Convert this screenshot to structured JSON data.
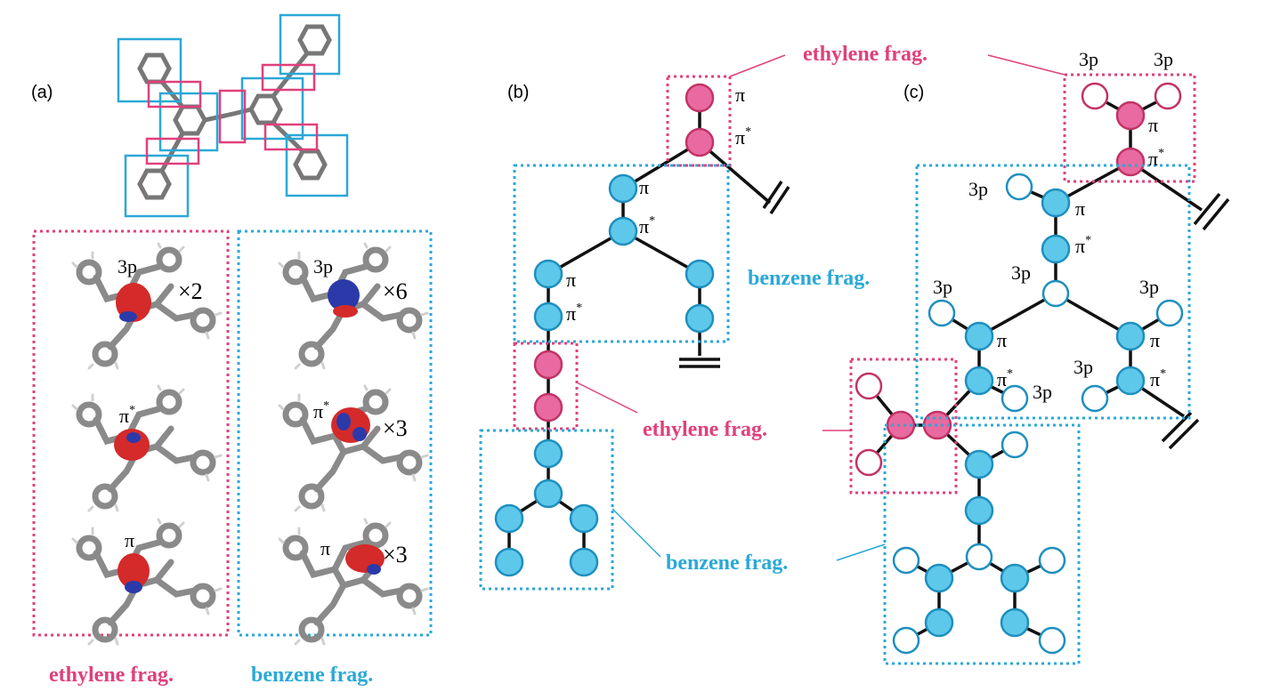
{
  "colors": {
    "ethylene": "#e0407c",
    "ethylene_fill": "#e86aa0",
    "benzene": "#2aa8d8",
    "benzene_fill": "#5ec8ea",
    "bond": "#111111"
  },
  "panels": {
    "a": "(a)",
    "b": "(b)",
    "c": "(c)"
  },
  "orbitals": {
    "p3": "3p",
    "pi": "π",
    "pi_star_base": "π",
    "star": "*"
  },
  "multiplicities": {
    "eth_3p": "×2",
    "ben_3p": "×6",
    "ben_pistar": "×3",
    "ben_pi": "×3"
  },
  "fragments": {
    "ethylene": "ethylene frag.",
    "benzene": "benzene frag."
  }
}
